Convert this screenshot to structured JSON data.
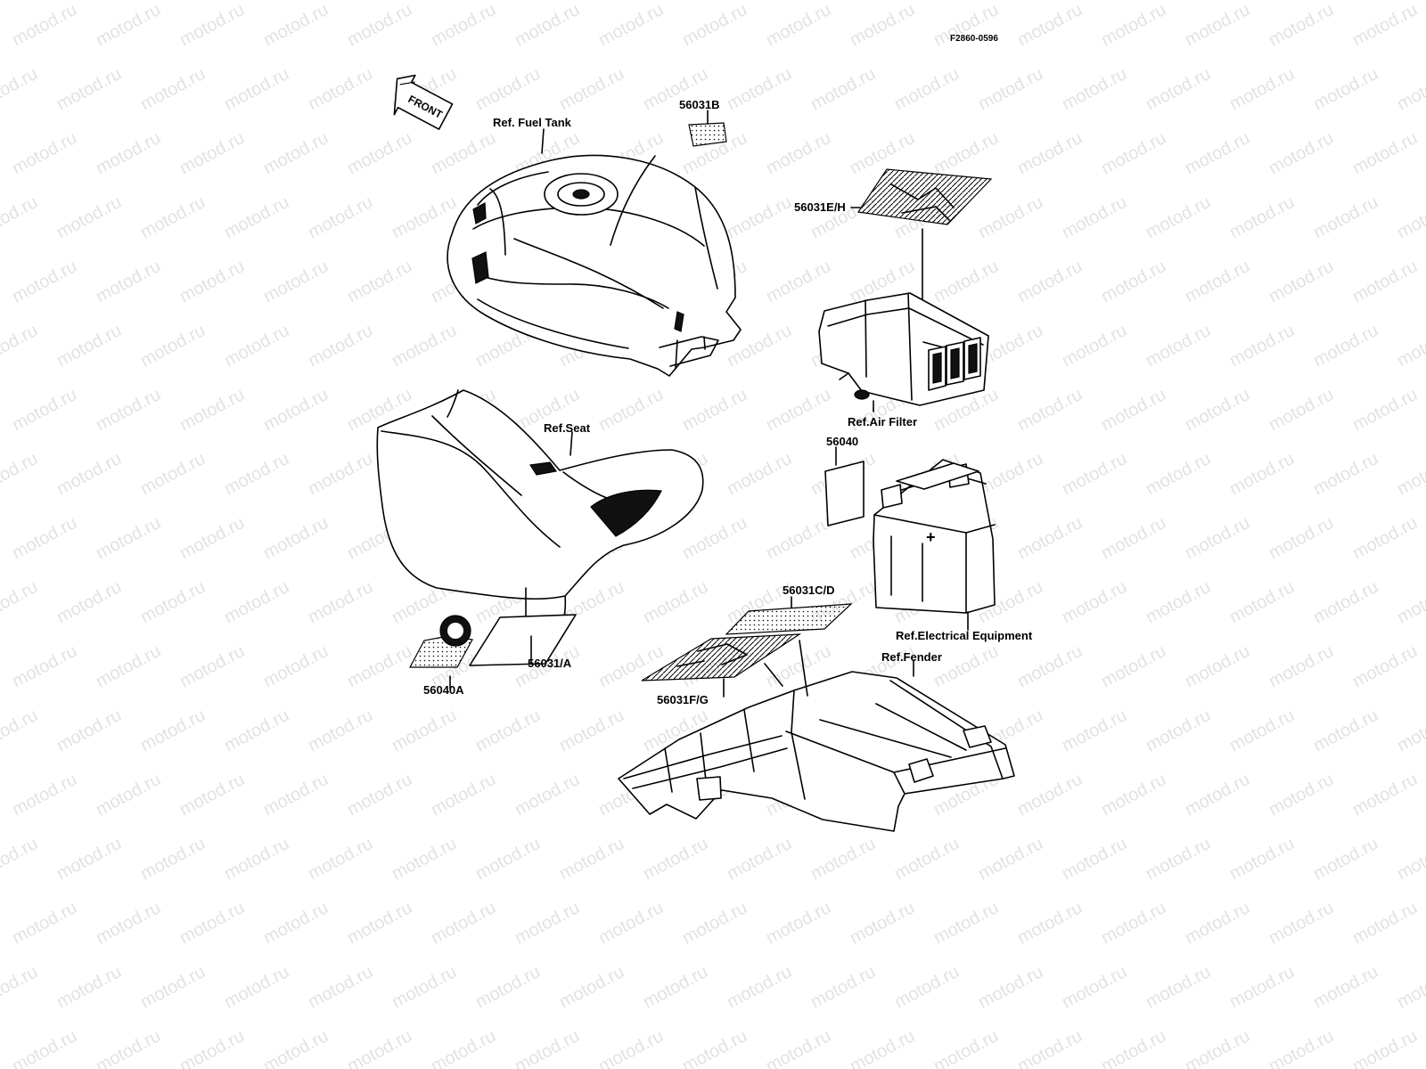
{
  "diagram": {
    "code": "F2860-0596",
    "front_label": "FRONT",
    "watermark_text": "motod.ru",
    "labels": {
      "fuel_tank": "Ref. Fuel Tank",
      "part_56031b": "56031B",
      "part_56031eh": "56031E/H",
      "air_filter": "Ref.Air Filter",
      "seat": "Ref.Seat",
      "part_56040": "56040",
      "part_56031cd": "56031C/D",
      "electrical": "Ref.Electrical Equipment",
      "fender": "Ref.Fender",
      "part_56031a": "56031/A",
      "part_56040a": "56040A",
      "part_56031fg": "56031F/G"
    }
  },
  "colors": {
    "line": "#000000",
    "watermark": "#d9d9d9",
    "background": "#ffffff"
  }
}
